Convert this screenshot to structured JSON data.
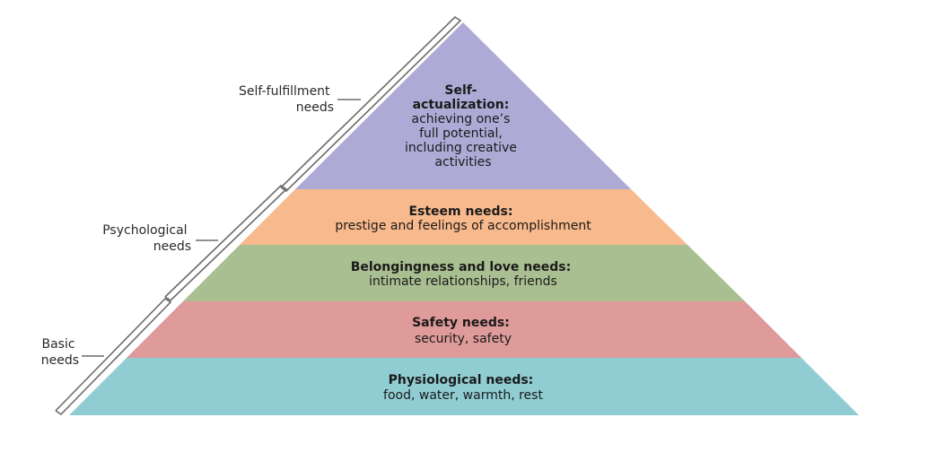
{
  "tiers": [
    {
      "title_lines": [
        "Self-",
        "actualization:"
      ],
      "desc_lines": [
        "achieving one’s",
        "full potential,",
        "including creative",
        "activities"
      ],
      "color": "#aeaad6"
    },
    {
      "title_lines": [
        "Esteem needs:"
      ],
      "desc_lines": [
        "prestige and feelings of accomplishment"
      ],
      "color": "#f8b98c"
    },
    {
      "title_lines": [
        "Belongingness and love needs:"
      ],
      "desc_lines": [
        "intimate relationships, friends"
      ],
      "color": "#a9bf91"
    },
    {
      "title_lines": [
        "Safety needs:"
      ],
      "desc_lines": [
        "security, safety"
      ],
      "color": "#df9a9a"
    },
    {
      "title_lines": [
        "Physiological needs:"
      ],
      "desc_lines": [
        "food, water, warmth, rest"
      ],
      "color": "#8fcdd3"
    }
  ],
  "groups": [
    {
      "label_lines": [
        "Self-fulfillment",
        "needs"
      ]
    },
    {
      "label_lines": [
        "Psychological",
        "needs"
      ]
    },
    {
      "label_lines": [
        "Basic",
        "needs"
      ]
    }
  ]
}
